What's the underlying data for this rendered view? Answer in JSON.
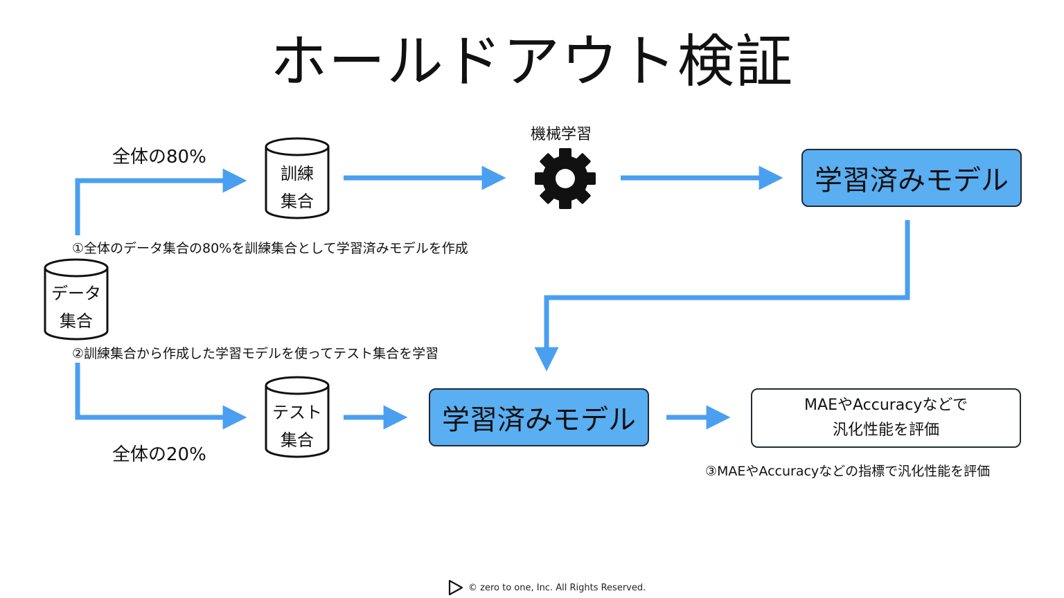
{
  "title": "ホールドアウト検証",
  "labels": {
    "train_ratio": "全体の80%",
    "test_ratio": "全体の20%",
    "machine_learning": "機械学習"
  },
  "notes": {
    "step1": "①全体のデータ集合の80%を訓練集合として学習済みモデルを作成",
    "step2": "②訓練集合から作成した学習モデルを使ってテスト集合を学習",
    "step3": "③MAEやAccuracyなどの指標で汎化性能を評価"
  },
  "cylinders": {
    "data_line1": "データ",
    "data_line2": "集合",
    "train_line1": "訓練",
    "train_line2": "集合",
    "test_line1": "テスト",
    "test_line2": "集合"
  },
  "boxes": {
    "trained_model_top": "学習済みモデル",
    "trained_model_bottom": "学習済みモデル",
    "evaluation_line1": "MAEやAccuracyなどで",
    "evaluation_line2": "汎化性能を評価"
  },
  "footer": {
    "copyright": "©   zero to one, Inc. All Rights Reserved."
  },
  "colors": {
    "arrow": "#4a9ff0",
    "model_fill": "#5aaef2",
    "outline": "#1f2a33"
  },
  "icons": {
    "gear": "gear-icon",
    "logo": "play-logo-icon"
  }
}
